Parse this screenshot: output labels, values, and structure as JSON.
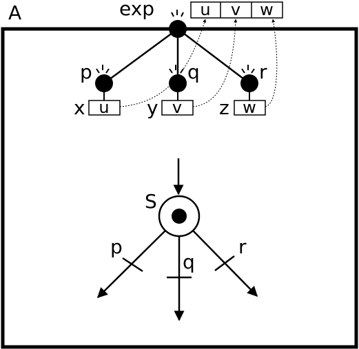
{
  "diagram": {
    "frame_label": "A",
    "top_node": {
      "label": "exp",
      "fields": [
        "u",
        "v",
        "w"
      ]
    },
    "children": [
      {
        "label": "p",
        "var": "x",
        "field": "u"
      },
      {
        "label": "q",
        "var": "y",
        "field": "v"
      },
      {
        "label": "r",
        "var": "z",
        "field": "w"
      }
    ],
    "state": {
      "label": "S",
      "arcs": [
        "p",
        "q",
        "r"
      ]
    }
  }
}
